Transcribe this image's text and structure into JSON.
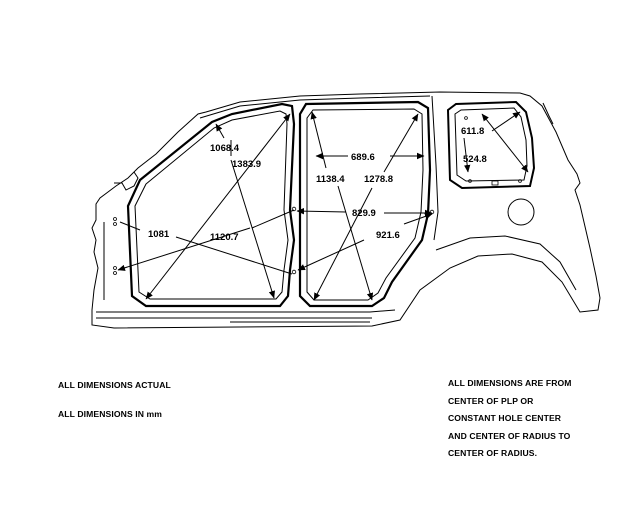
{
  "diagram": {
    "subject": "Vehicle body side dimensions",
    "dimensions": {
      "d1068": "1068.4",
      "d1383": "1383.9",
      "d1081": "1081",
      "d1120": "1120.7",
      "d689": "689.6",
      "d1138": "1138.4",
      "d1278": "1278.8",
      "d829": "829.9",
      "d921": "921.6",
      "d611": "611.8",
      "d524": "524.8"
    }
  },
  "notes": {
    "left": [
      "ALL DIMENSIONS ACTUAL",
      "ALL DIMENSIONS IN mm"
    ],
    "right": [
      "ALL DIMENSIONS ARE FROM",
      "CENTER OF PLP OR",
      "CONSTANT HOLE CENTER",
      "AND CENTER OF RADIUS TO",
      "CENTER OF RADIUS."
    ]
  },
  "colors": {
    "line": "#000000",
    "background": "#ffffff"
  }
}
